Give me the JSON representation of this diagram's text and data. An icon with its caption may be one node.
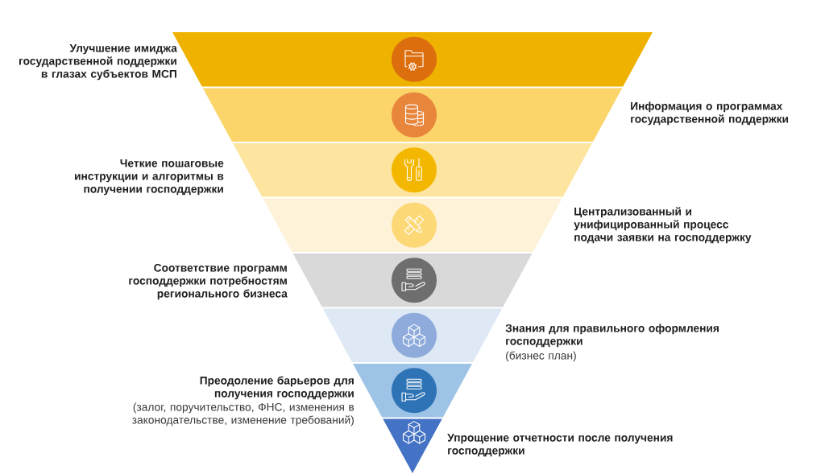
{
  "diagram": {
    "nodes": [
      {
        "text": [],
        "shape": "trapezoid",
        "beside": [
          "Улучшение имиджа государственной поддержки в глазах субъектов МСП"
        ]
      },
      {
        "text": [],
        "shape": "trapezoid",
        "beside": [
          "Информация о программах государственной поддержки"
        ]
      },
      {
        "text": [],
        "shape": "trapezoid",
        "beside": [
          "Четкие пошаговые инструкции и алгоритмы в получении господдержки"
        ]
      },
      {
        "text": [],
        "shape": "trapezoid",
        "beside": [
          "Централизованный и унифицированный процесс подачи заявки на господдержку"
        ]
      },
      {
        "text": [],
        "shape": "trapezoid",
        "beside": [
          "Соответствие программ господдержки потребностям регионального бизнеса"
        ]
      },
      {
        "text": [],
        "shape": "trapezoid",
        "beside": [
          "Знания для правильного оформления господдержки",
          "(бизнес план)"
        ]
      },
      {
        "text": [],
        "shape": "trapezoid",
        "beside": [
          "Преодоление барьеров для получения господдержки",
          "(залог, поручительство, ФНС, изменения в законодательстве, изменение требований)"
        ]
      },
      {
        "text": [],
        "shape": "triangle",
        "beside": [
          "Упрощение отчетности после получения господдержки"
        ]
      }
    ]
  }
}
